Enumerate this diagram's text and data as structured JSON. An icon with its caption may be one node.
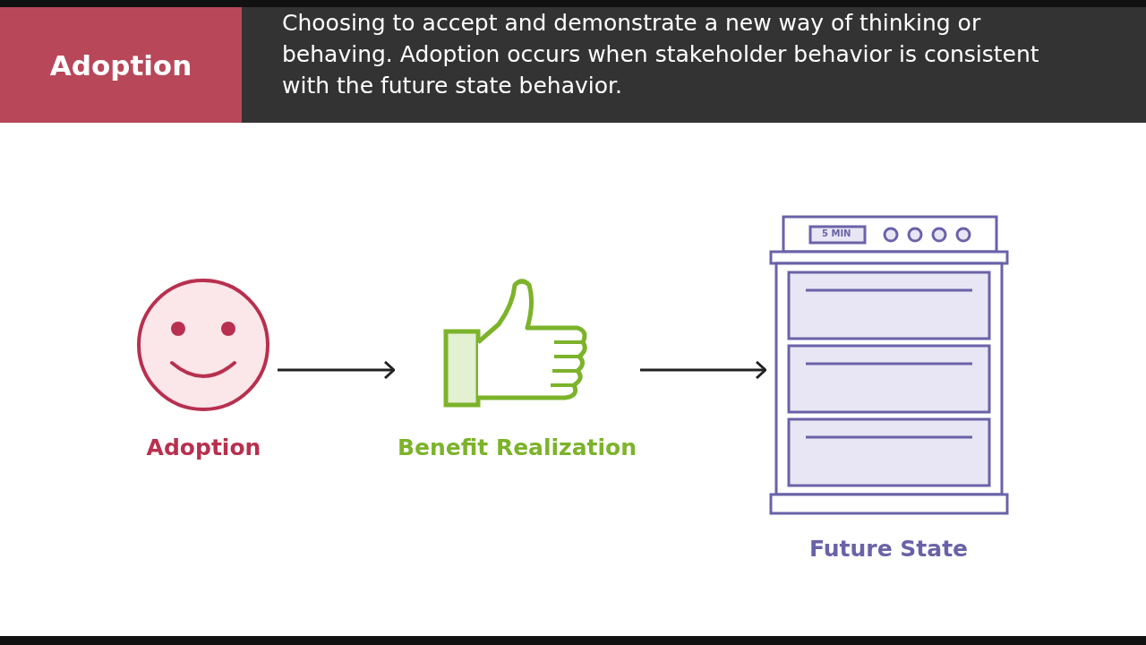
{
  "diagram": {
    "title": "Adoption",
    "nodes": [
      {
        "text": [
          "Adoption"
        ]
      },
      {
        "text": [
          "Benefit Realization"
        ]
      },
      {
        "text": [
          "Future State"
        ]
      }
    ],
    "edges": [
      {
        "from": 0,
        "to": 1,
        "arrow": "to"
      },
      {
        "from": 1,
        "to": 2,
        "arrow": "to"
      }
    ],
    "labels": [
      "Choosing to accept and demonstrate a new way of thinking or behaving. Adoption occurs when stakeholder behavior is consistent with the future state behavior.",
      "5 MIN"
    ]
  }
}
